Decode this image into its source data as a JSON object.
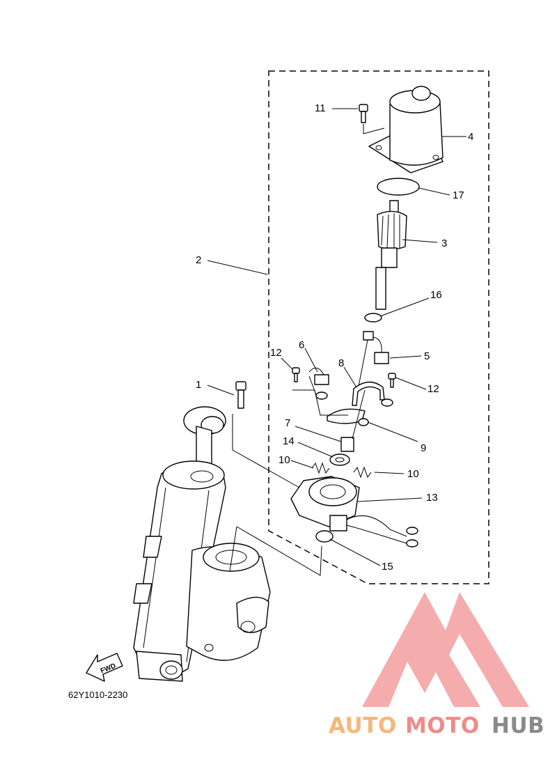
{
  "diagram": {
    "part_code": "62Y1010-2230",
    "fwd_label": "FWD",
    "callouts": [
      "1",
      "2",
      "3",
      "4",
      "5",
      "6",
      "7",
      "8",
      "9",
      "10",
      "10",
      "11",
      "12",
      "12",
      "13",
      "14",
      "15",
      "16",
      "17"
    ]
  },
  "logo": {
    "part1": "AUTO",
    "part2": "MOTO",
    "part3": "HUB",
    "colors": {
      "auto": "#f5b77a",
      "moto": "#f08a8a",
      "hub": "#8a8a8a",
      "mark": "#f4a3a3"
    }
  }
}
